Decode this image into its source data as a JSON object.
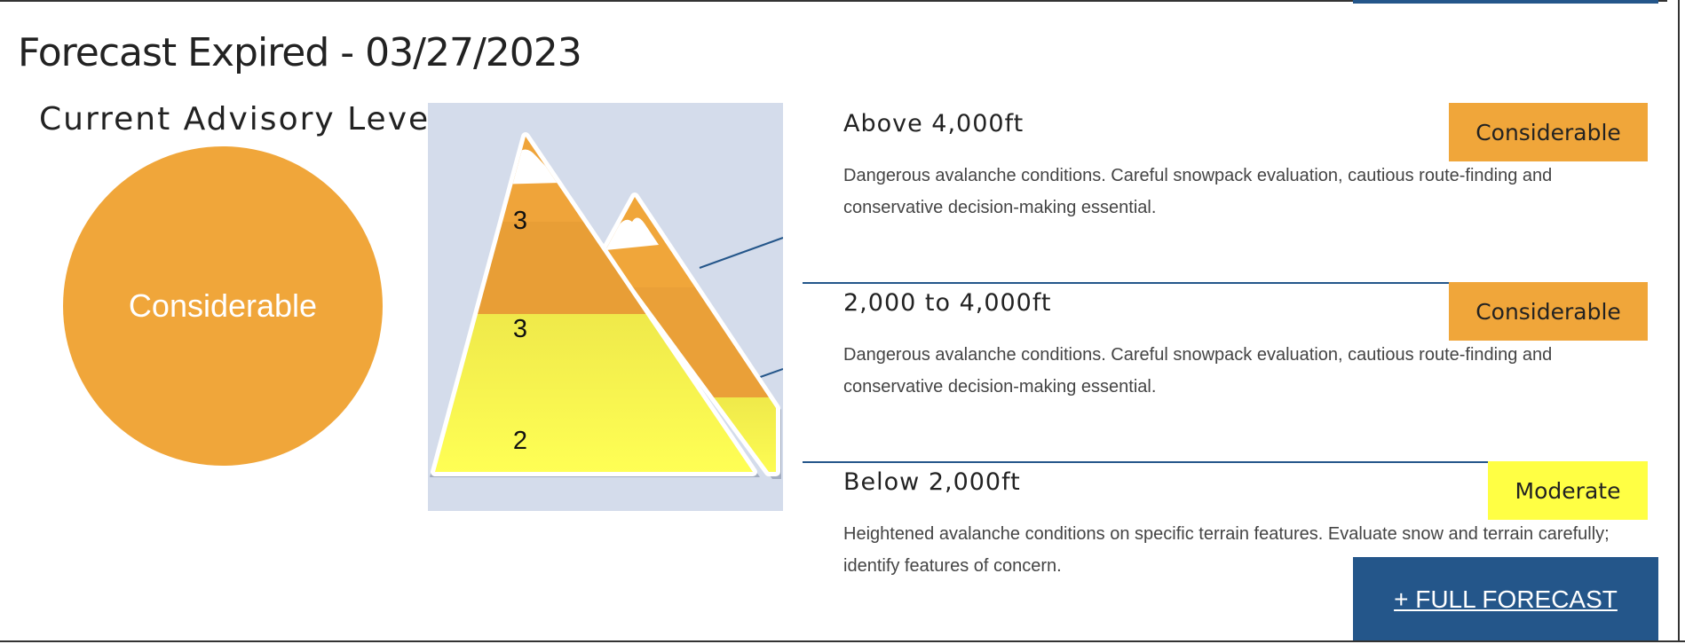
{
  "forecast_title": "Forecast Expired - 03/27/2023",
  "advisory": {
    "heading": "Current Advisory Level",
    "level": "Considerable",
    "color": "#f0a63a"
  },
  "mountain": {
    "upper": "3",
    "middle": "3",
    "lower": "2"
  },
  "bands": [
    {
      "title": "Above 4,000ft",
      "rating": "Considerable",
      "rating_color": "#f0a63a",
      "description": "Dangerous avalanche conditions. Careful snowpack evaluation, cautious route-finding and conservative decision-making essential."
    },
    {
      "title": "2,000 to 4,000ft",
      "rating": "Considerable",
      "rating_color": "#f0a63a",
      "description": "Dangerous avalanche conditions. Careful snowpack evaluation, cautious route-finding and conservative decision-making essential."
    },
    {
      "title": "Below 2,000ft",
      "rating": "Moderate",
      "rating_color": "#ffff44",
      "description": "Heightened avalanche conditions on specific terrain features. Evaluate snow and terrain carefully; identify features of concern."
    }
  ],
  "full_forecast_label": "+ FULL FORECAST",
  "colors": {
    "accent_blue": "#24568a",
    "considerable": "#f0a63a",
    "moderate": "#ffff44"
  }
}
